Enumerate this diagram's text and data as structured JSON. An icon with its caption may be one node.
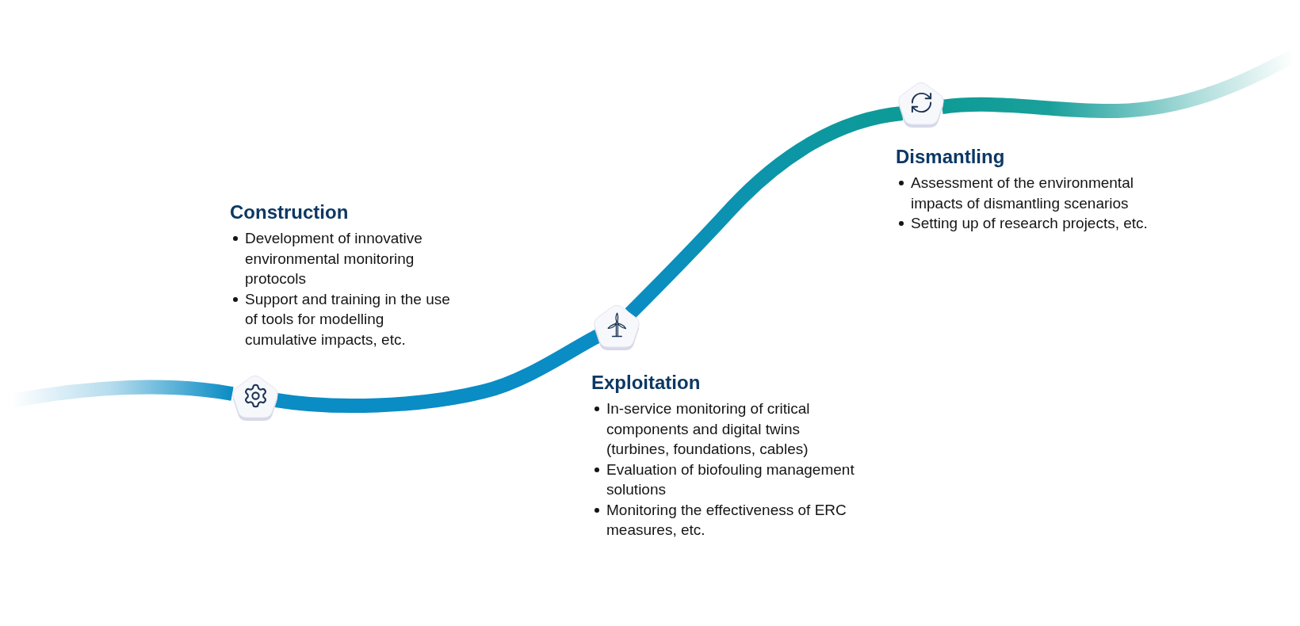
{
  "diagram": {
    "nodes": [
      {
        "text": [],
        "shape": "pentagon",
        "beside": [
          "Construction",
          "Development of innovative environmental monitoring protocols",
          "Support and training in the use of tools for modelling cumulative impacts, etc."
        ]
      },
      {
        "text": [],
        "shape": "pentagon",
        "beside": [
          "Exploitation",
          "In-service monitoring of critical components and digital twins (turbines, foundations, cables)",
          "Evaluation of biofouling management solutions",
          "Monitoring the effectiveness of ERC measures, etc."
        ]
      },
      {
        "text": [],
        "shape": "pentagon",
        "beside": [
          "Dismantling",
          "Assessment of the environmental impacts of dismantling scenarios",
          "Setting up of research projects, etc."
        ]
      }
    ],
    "edges": [
      {
        "from": null,
        "to": 0,
        "arrow": "none"
      },
      {
        "from": 0,
        "to": 1,
        "arrow": "none"
      },
      {
        "from": 1,
        "to": 2,
        "arrow": "none",
        "color": "#0e9b96"
      },
      {
        "from": 2,
        "to": null,
        "arrow": "none",
        "color": "#0e9b96"
      }
    ]
  }
}
